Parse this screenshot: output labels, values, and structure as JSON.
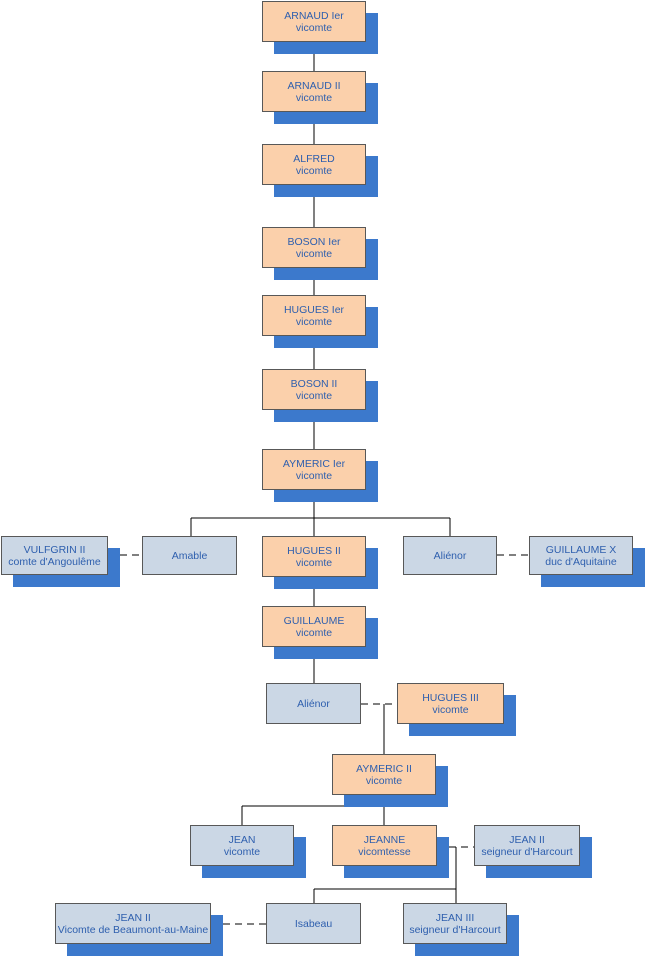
{
  "colors": {
    "vicomte_fill": "#fbd0ab",
    "relative_fill": "#cbd7e5",
    "shadow": "#3c79cc",
    "text": "#2e5fae",
    "border": "#585858",
    "line": "#000000"
  },
  "persons": {
    "arnaud1": {
      "name": "ARNAUD Ier",
      "title": "vicomte"
    },
    "arnaud2": {
      "name": "ARNAUD II",
      "title": "vicomte"
    },
    "alfred": {
      "name": "ALFRED",
      "title": "vicomte"
    },
    "boson1": {
      "name": "BOSON Ier",
      "title": "vicomte"
    },
    "hugues1": {
      "name": "HUGUES Ier",
      "title": "vicomte"
    },
    "boson2": {
      "name": "BOSON II",
      "title": "vicomte"
    },
    "aymeric1": {
      "name": "AYMERIC Ier",
      "title": "vicomte"
    },
    "vulfgrin2": {
      "name": "VULFGRIN II",
      "title": "comte d'Angoulême"
    },
    "amable": {
      "name": "Amable"
    },
    "hugues2": {
      "name": "HUGUES II",
      "title": "vicomte"
    },
    "alienor1": {
      "name": "Aliénor"
    },
    "guillaume10": {
      "name": "GUILLAUME X",
      "title": "duc d'Aquitaine"
    },
    "guillaume": {
      "name": "GUILLAUME",
      "title": "vicomte"
    },
    "alienor2": {
      "name": "Aliénor"
    },
    "hugues3": {
      "name": "HUGUES III",
      "title": "vicomte"
    },
    "aymeric2": {
      "name": "AYMERIC II",
      "title": "vicomte"
    },
    "jean": {
      "name": "JEAN",
      "title": "vicomte"
    },
    "jeanne": {
      "name": "JEANNE",
      "title": "vicomtesse"
    },
    "jean2_harcourt": {
      "name": "JEAN II",
      "title": "seigneur d'Harcourt"
    },
    "jean2_beaumont": {
      "name": "JEAN II",
      "title": "Vicomte de Beaumont-au-Maine"
    },
    "isabeau": {
      "name": "Isabeau"
    },
    "jean3": {
      "name": "JEAN III",
      "title": "seigneur d'Harcourt"
    }
  }
}
